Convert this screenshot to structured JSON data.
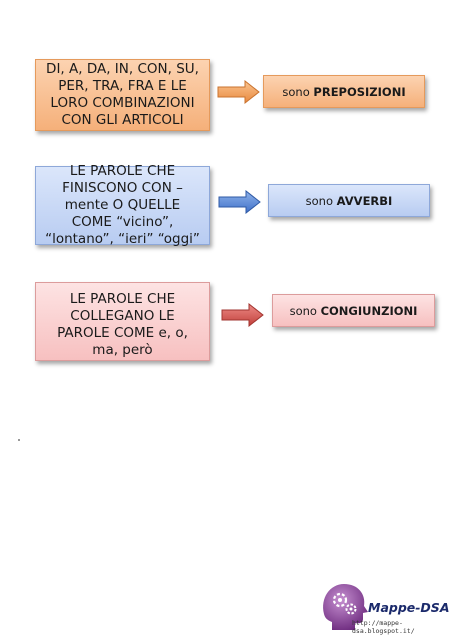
{
  "rows": [
    {
      "left_text": "DI, A, DA, IN, CON, SU, PER, TRA, FRA E LE LORO COMBINAZIONI CON GLI ARTICOLI",
      "right_prefix": "sono",
      "right_term": "PREPOSIZIONI",
      "color": "#f5b07a"
    },
    {
      "left_text": "LE PAROLE CHE FINISCONO CON –mente O QUELLE COME “vicino”, “lontano”, “ieri” “oggi”",
      "right_prefix": "sono",
      "right_term": "AVVERBI",
      "color": "#b8ccf1"
    },
    {
      "left_text": "LE PAROLE CHE COLLEGANO LE PAROLE COME e, o, ma, però",
      "right_prefix": "sono",
      "right_term": "CONGIUNZIONI",
      "color": "#f7c0c0"
    }
  ],
  "logo": {
    "name": "Mappe-DSA",
    "url": "http://mappe-dsa.blogspot.it/",
    "icon": "head-gears-icon"
  }
}
